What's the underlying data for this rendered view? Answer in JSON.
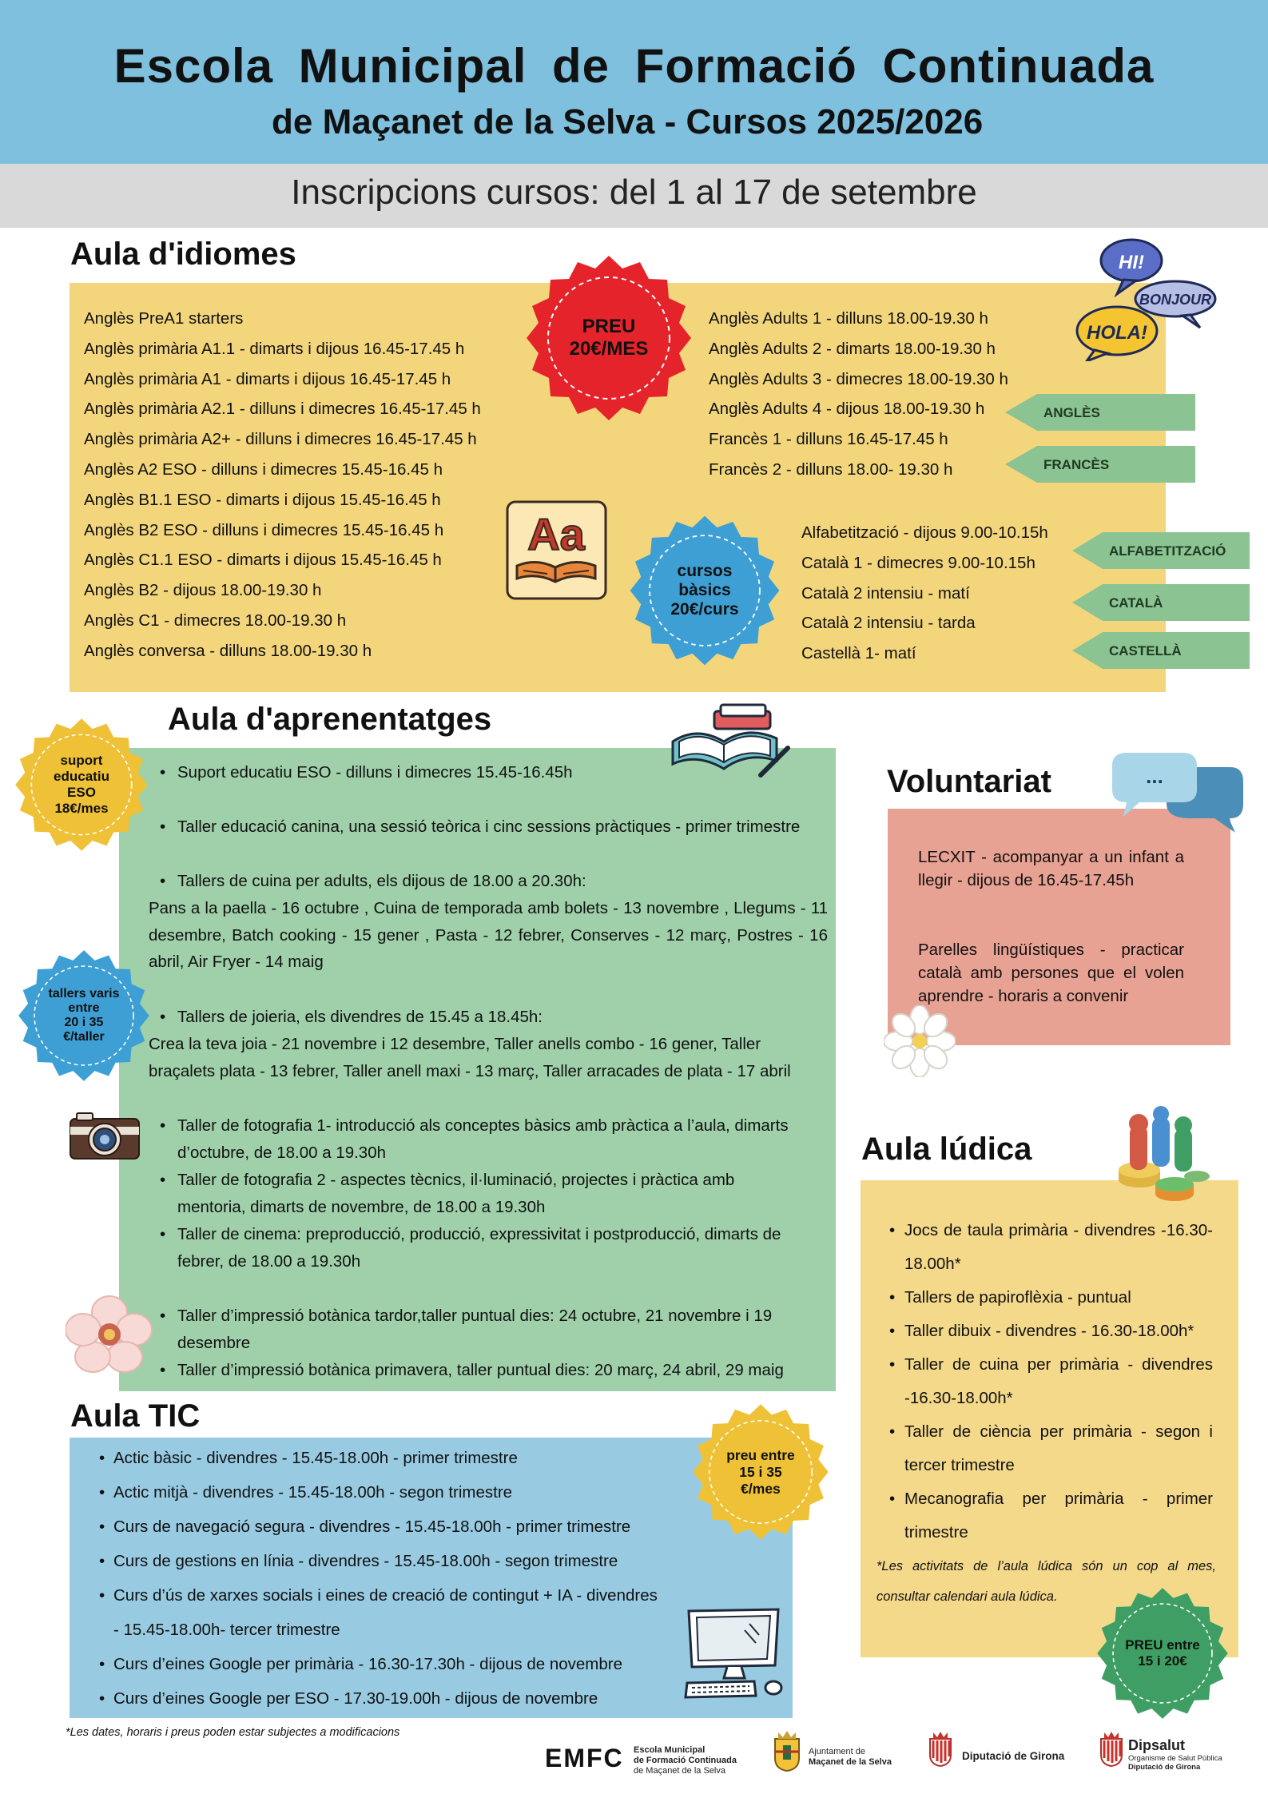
{
  "header": {
    "title_line1": "Escola Municipal de Formació Continuada",
    "title_line2": "de Maçanet de la Selva - Cursos 2025/2026",
    "subtitle": "Inscripcions cursos: del 1 al 17 de setembre"
  },
  "idiomes": {
    "title": "Aula d'idiomes",
    "left_courses": [
      "Anglès PreA1 starters",
      "Anglès primària A1.1 - dimarts i dijous 16.45-17.45 h",
      "Anglès primària A1 - dimarts i dijous 16.45-17.45 h",
      "Anglès primària A2.1 - dilluns i dimecres 16.45-17.45 h",
      "Anglès primària A2+ - dilluns i dimecres 16.45-17.45 h",
      "Anglès A2 ESO - dilluns i dimecres 15.45-16.45 h",
      "Anglès B1.1 ESO - dimarts i dijous 15.45-16.45 h",
      "Anglès B2 ESO - dilluns i dimecres 15.45-16.45 h",
      "Anglès C1.1 ESO - dimarts i dijous 15.45-16.45 h",
      "Anglès B2 - dijous 18.00-19.30 h",
      "Anglès C1 - dimecres 18.00-19.30 h",
      "Anglès conversa - dilluns 18.00-19.30 h"
    ],
    "right_courses": [
      "Anglès Adults 1 - dilluns 18.00-19.30 h",
      "Anglès Adults 2 - dimarts 18.00-19.30 h",
      "Anglès Adults 3 - dimecres 18.00-19.30 h",
      "Anglès Adults 4 - dijous 18.00-19.30 h",
      "Francès 1 - dilluns 16.45-17.45 h",
      "Francès 2 - dilluns 18.00- 19.30 h"
    ],
    "basic_courses": [
      "Alfabetització - dijous 9.00-10.15h",
      "Català 1 - dimecres 9.00-10.15h",
      "Català 2 intensiu - matí",
      "Català 2 intensiu - tarda",
      "Castellà 1- matí"
    ],
    "price_seal": "PREU\n20€/MES",
    "basic_seal": "cursos\nbàsics\n20€/curs",
    "speech": [
      "HI!",
      "BONJOUR",
      "HOLA!"
    ],
    "book_icon_text": "Aa",
    "tags": {
      "angles": "ANGLÈS",
      "frances": "FRANCÈS",
      "alfabetitzacio": "ALFABETITZACIÓ",
      "catala": "CATALÀ",
      "castella": "CASTELLÀ"
    }
  },
  "aprenentatges": {
    "title": "Aula d'aprenentatges",
    "seal_suport": "suport\neducatiu\nESO\n18€/mes",
    "seal_tallers": "tallers varis\nentre\n20 i 35\n€/taller",
    "items": {
      "suport": "Suport educatiu ESO - dilluns i dimecres 15.45-16.45h",
      "canina": "Taller educació canina, una sessió teòrica i cinc sessions pràctiques - primer trimestre",
      "cuina": "Tallers de cuina per adults, els dijous de 18.00 a 20.30h:",
      "cuina_detail": "Pans a la paella - 16 octubre , Cuina de temporada amb bolets - 13 novembre , Llegums - 11 desembre, Batch cooking - 15 gener , Pasta - 12 febrer, Conserves - 12 març, Postres - 16 abril, Air Fryer - 14 maig",
      "joieria": "Tallers de joieria, els divendres de 15.45 a 18.45h:",
      "joieria_detail": "Crea la teva joia - 21 novembre i 12 desembre, Taller anells combo - 16 gener, Taller braçalets plata - 13 febrer, Taller anell maxi - 13 març, Taller arracades de plata - 17 abril",
      "foto1": "Taller de fotografia 1- introducció als conceptes bàsics amb pràctica a l’aula, dimarts d’octubre, de 18.00 a 19.30h",
      "foto2": "Taller de fotografia 2 - aspectes tècnics, il·luminació, projectes i pràctica amb mentoria, dimarts de novembre, de 18.00 a 19.30h",
      "cinema": "Taller de cinema: preproducció, producció, expressivitat i postproducció, dimarts de febrer, de 18.00 a 19.30h",
      "botanica_tardor": "Taller d’impressió botànica tardor,taller puntual dies: 24 octubre, 21 novembre i 19 desembre",
      "botanica_primavera": "Taller d’impressió botànica primavera, taller puntual dies: 20 març, 24 abril, 29 maig"
    }
  },
  "voluntariat": {
    "title": "Voluntariat",
    "bubble_dots": "...",
    "items": [
      "LECXIT - acompanyar a un infant a llegir - dijous de 16.45-17.45h",
      "Parelles lingüístiques - practicar català amb persones que el volen aprendre - horaris a convenir"
    ]
  },
  "tic": {
    "title": "Aula TIC",
    "seal": "preu entre\n15 i 35\n€/mes",
    "items": [
      "Actic bàsic - divendres - 15.45-18.00h - primer trimestre",
      "Actic mitjà - divendres - 15.45-18.00h - segon trimestre",
      "Curs de navegació segura - divendres - 15.45-18.00h - primer trimestre",
      "Curs de gestions en línia - divendres - 15.45-18.00h - segon trimestre",
      "Curs d’ús de xarxes socials i eines de creació de contingut + IA - divendres",
      "- 15.45-18.00h- tercer trimestre",
      "Curs d’eines Google per primària - 16.30-17.30h - dijous de novembre",
      "Curs d’eines Google per ESO - 17.30-19.00h - dijous de novembre"
    ]
  },
  "ludica": {
    "title": "Aula lúdica",
    "items": [
      "Jocs de taula primària - divendres -16.30-18.00h*",
      "Tallers de papiroflèxia - puntual",
      "Taller dibuix - divendres - 16.30-18.00h*",
      "Taller de cuina per primària - divendres -16.30-18.00h*",
      "Taller de ciència per primària - segon i tercer trimestre",
      "Mecanografia per primària - primer trimestre"
    ],
    "note": "*Les activitats de l’aula lúdica són un cop al mes, consultar calendari aula lúdica.",
    "seal": "PREU entre\n15 i 20€"
  },
  "footer": {
    "disclaimer": "*Les dates, horaris i preus poden estar subjectes a modificacions",
    "emfc_mark": "EMFC",
    "emfc_text": [
      "Escola Municipal",
      "de Formació Continuada",
      "de Maçanet de la Selva"
    ],
    "ajuntament": [
      "Ajuntament de",
      "Maçanet de la Selva"
    ],
    "diputacio": "Diputació de Girona",
    "dipsalut": [
      "Dipsalut",
      "Organisme de Salut Pública",
      "Diputació de Girona"
    ]
  },
  "colors": {
    "header_blue": "#7ec0dd",
    "idiomes_yellow": "#f3d67c",
    "aprenentatges_green": "#9fd0aa",
    "tic_blue": "#98cbe2",
    "voluntariat_pink": "#e8a293",
    "ludica_yellow": "#f4d98a",
    "seal_red": "#e5232b",
    "seal_blue": "#3d9fd4",
    "seal_gold": "#efc136",
    "seal_green": "#3f9e63",
    "tag_green": "#8cc393"
  },
  "icons": [
    "speech-bubbles-icon",
    "book-aa-icon",
    "open-book-icon",
    "camera-icon",
    "flower-icon",
    "chat-bubble-icon",
    "board-game-pieces-icon",
    "computer-icon"
  ]
}
